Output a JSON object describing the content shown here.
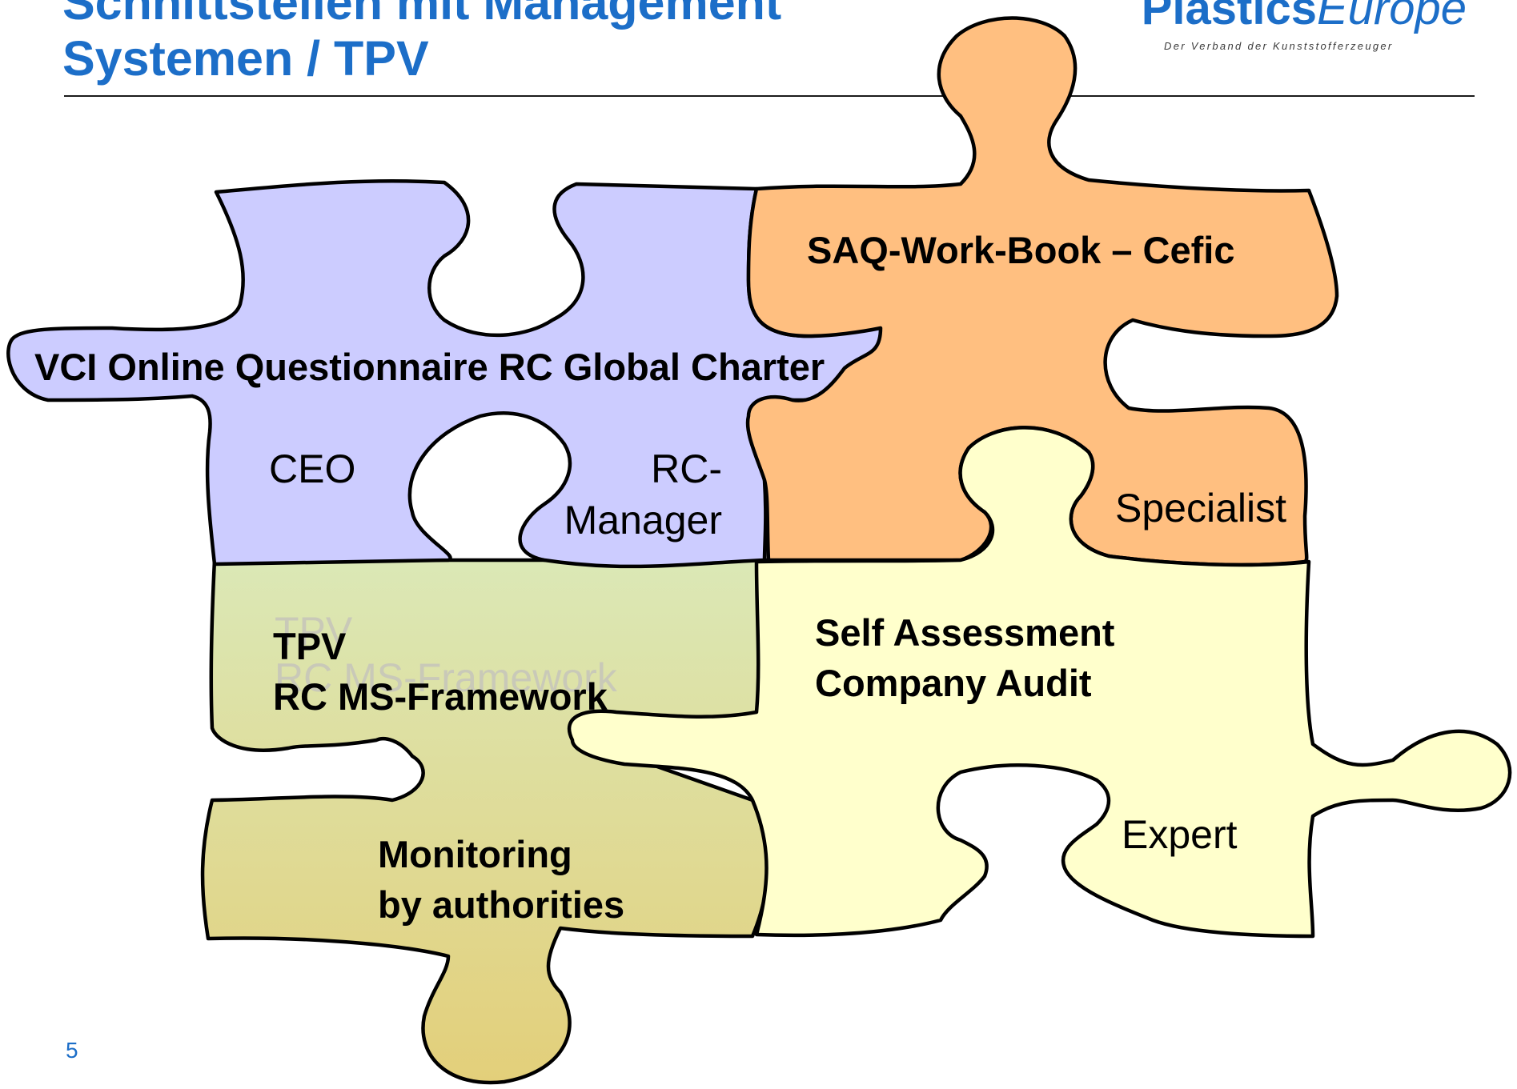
{
  "header": {
    "title_line1": "Schnittstellen mit Management",
    "title_line2": "Systemen / TPV",
    "logo_brand_bold": "Plastics",
    "logo_brand_light": "Europe",
    "logo_tagline": "Der Verband der Kunststofferzeuger"
  },
  "colors": {
    "title": "#1c6ec8",
    "piece_vci": "#ccccff",
    "piece_saq": "#ffbf80",
    "piece_self_assessment": "#ffffcc",
    "piece_tpv_top": "#dbe8b6",
    "piece_tpv_bottom": "#e3cf7a"
  },
  "pieces": {
    "vci": {
      "title": "VCI Online Questionnaire RC Global Charter",
      "role_1": "CEO",
      "role_2_line1": "RC-",
      "role_2_line2": "Manager"
    },
    "saq": {
      "title": "SAQ-Work-Book – Cefic",
      "role": "Specialist"
    },
    "tpv": {
      "ghost_line1": "TPV",
      "ghost_line2": "RC MS-Framework",
      "line1": "TPV",
      "line2": "RC MS-Framework",
      "monitoring_line1": "Monitoring",
      "monitoring_line2": "by authorities"
    },
    "self_assessment": {
      "line1": "Self Assessment",
      "line2": "Company Audit",
      "role": "Expert"
    }
  },
  "footer": {
    "page_number": "5"
  }
}
